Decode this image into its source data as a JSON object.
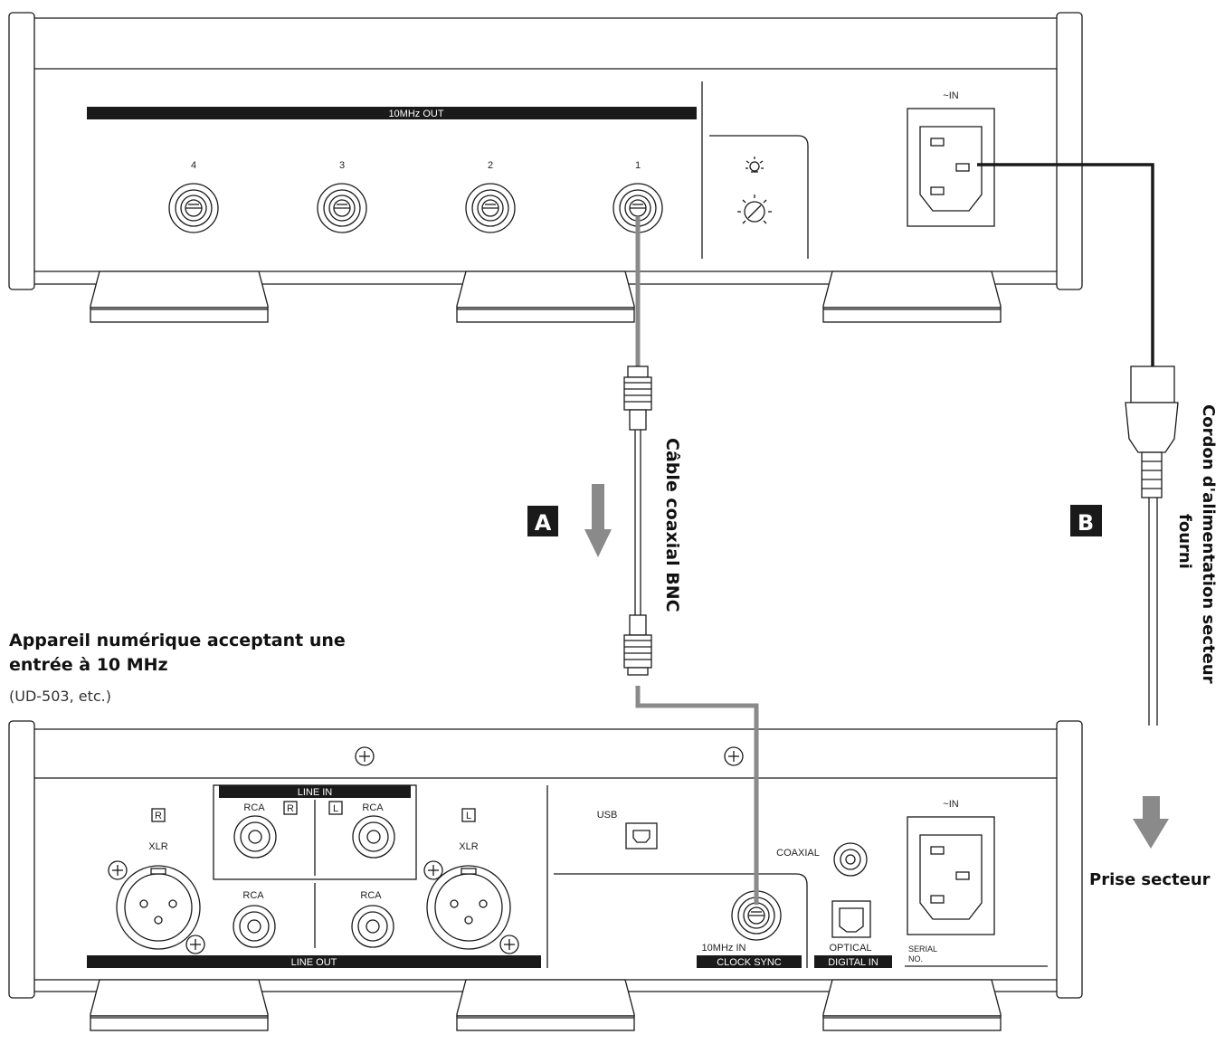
{
  "top_unit": {
    "out_bar": "10MHz OUT",
    "port_numbers": [
      "4",
      "3",
      "2",
      "1"
    ],
    "power_label": "~IN"
  },
  "bottom_unit": {
    "line_in": "LINE IN",
    "line_out": "LINE OUT",
    "rca": "RCA",
    "xlr": "XLR",
    "r": "R",
    "l": "L",
    "usb": "USB",
    "coaxial": "COAXIAL",
    "clock_in": "10MHz IN",
    "clock_sync": "CLOCK SYNC",
    "optical": "OPTICAL",
    "digital_in": "DIGITAL IN",
    "serial": "SERIAL",
    "serial_no": "NO.",
    "power_label": "~IN"
  },
  "labels": {
    "device_line1": "Appareil numérique acceptant une",
    "device_line2": "entrée à 10 MHz",
    "device_note": "(UD-503, etc.)",
    "bnc_cable": "Câble coaxial BNC",
    "power_cord_line1": "Cordon d'alimentation secteur",
    "power_cord_line2": "fourni",
    "outlet": "Prise secteur",
    "step_a": "A",
    "step_b": "B"
  }
}
